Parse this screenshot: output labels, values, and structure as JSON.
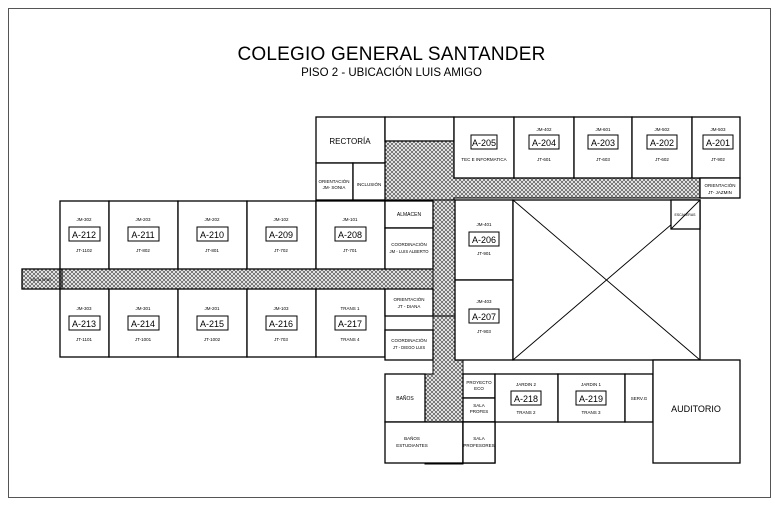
{
  "title": "COLEGIO GENERAL SANTANDER",
  "subtitle": "PISO 2 - UBICACIÓN LUIS AMIGO",
  "rooms": [
    {
      "key": "rectoria",
      "name": "RECTORÍA"
    },
    {
      "key": "orient_sonia",
      "line1": "ORIENTACIÓN",
      "line2": "JM- SONIA"
    },
    {
      "key": "inclusion",
      "name": "INCLUSIÓN"
    },
    {
      "key": "a205",
      "code": "A-205",
      "bottom": "TEC E INFORMATICA"
    },
    {
      "key": "a204",
      "top": "JM-402",
      "code": "A-204",
      "bottom": "JT-601"
    },
    {
      "key": "a203",
      "top": "JM-601",
      "code": "A-203",
      "bottom": "JT-603"
    },
    {
      "key": "a202",
      "top": "JM-502",
      "code": "A-202",
      "bottom": "JT-602"
    },
    {
      "key": "a201",
      "top": "JM-503",
      "code": "A-201",
      "bottom": "JT-902"
    },
    {
      "key": "orient_jazmin",
      "line1": "ORIENTACIÓN",
      "line2": "JT- JAZMIN"
    },
    {
      "key": "a212",
      "top": "JM-302",
      "code": "A-212",
      "bottom": "JT-1102"
    },
    {
      "key": "a211",
      "top": "JM-203",
      "code": "A-211",
      "bottom": "JT-802"
    },
    {
      "key": "a210",
      "top": "JM-202",
      "code": "A-210",
      "bottom": "JT-801"
    },
    {
      "key": "a209",
      "top": "JM-102",
      "code": "A-209",
      "bottom": "JT-702"
    },
    {
      "key": "a208",
      "top": "JM-101",
      "code": "A-208",
      "bottom": "JT-701"
    },
    {
      "key": "almacen",
      "name": "ALMACEN"
    },
    {
      "key": "coord_alberto",
      "line1": "COORDINACIÓN",
      "line2": "JM - LUIS ALBERTO"
    },
    {
      "key": "a206",
      "top": "JM-401",
      "code": "A-206",
      "bottom": "JT-901"
    },
    {
      "key": "escaleras_right",
      "name": "ESCALERAS"
    },
    {
      "key": "escaleras_left",
      "name": "ESCALERAS"
    },
    {
      "key": "a213",
      "top": "JM-303",
      "code": "A-213",
      "bottom": "JT-1101"
    },
    {
      "key": "a214",
      "top": "JM-301",
      "code": "A-214",
      "bottom": "JT-1001"
    },
    {
      "key": "a215",
      "top": "JM-201",
      "code": "A-215",
      "bottom": "JT-1002"
    },
    {
      "key": "a216",
      "top": "JM-103",
      "code": "A-216",
      "bottom": "JT-703"
    },
    {
      "key": "a217",
      "top": "TRANS 1",
      "code": "A-217",
      "bottom": "TRANS 4"
    },
    {
      "key": "orient_diana",
      "line1": "ORIENTACIÓN",
      "line2": "JT - DIANA"
    },
    {
      "key": "coord_diego",
      "line1": "COORDINACIÓN",
      "line2": "JT - DIEGO LUIS"
    },
    {
      "key": "a207",
      "top": "JM-403",
      "code": "A-207",
      "bottom": "JT-903"
    },
    {
      "key": "banos",
      "name": "BAÑOS"
    },
    {
      "key": "proyecto",
      "line1": "PROYECTO",
      "line2": "ECO"
    },
    {
      "key": "sala_profes",
      "line1": "SALA",
      "line2": "PROFES"
    },
    {
      "key": "a218",
      "top": "JARDIN 2",
      "code": "A-218",
      "bottom": "TRANS 2"
    },
    {
      "key": "a219",
      "top": "JARDIN 1",
      "code": "A-219",
      "bottom": "TRANS 3"
    },
    {
      "key": "serv",
      "name": "SERV.G"
    },
    {
      "key": "auditorio",
      "name": "AUDITORIO"
    },
    {
      "key": "banos_est",
      "line1": "BAÑOS",
      "line2": "ESTUDIANTES"
    },
    {
      "key": "sala_profesores",
      "line1": "SALA",
      "line2": "PROFESORES"
    }
  ]
}
